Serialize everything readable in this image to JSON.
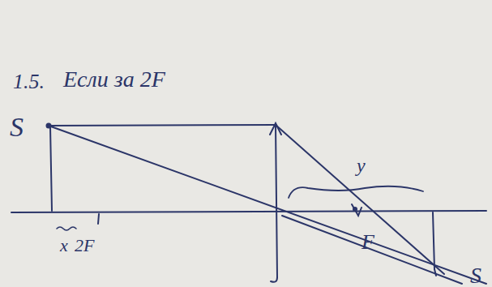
{
  "diagram": {
    "labels": [
      "1.5.",
      "Если за 2F",
      "S",
      "x",
      "2F",
      "y",
      "F",
      "S"
    ]
  }
}
